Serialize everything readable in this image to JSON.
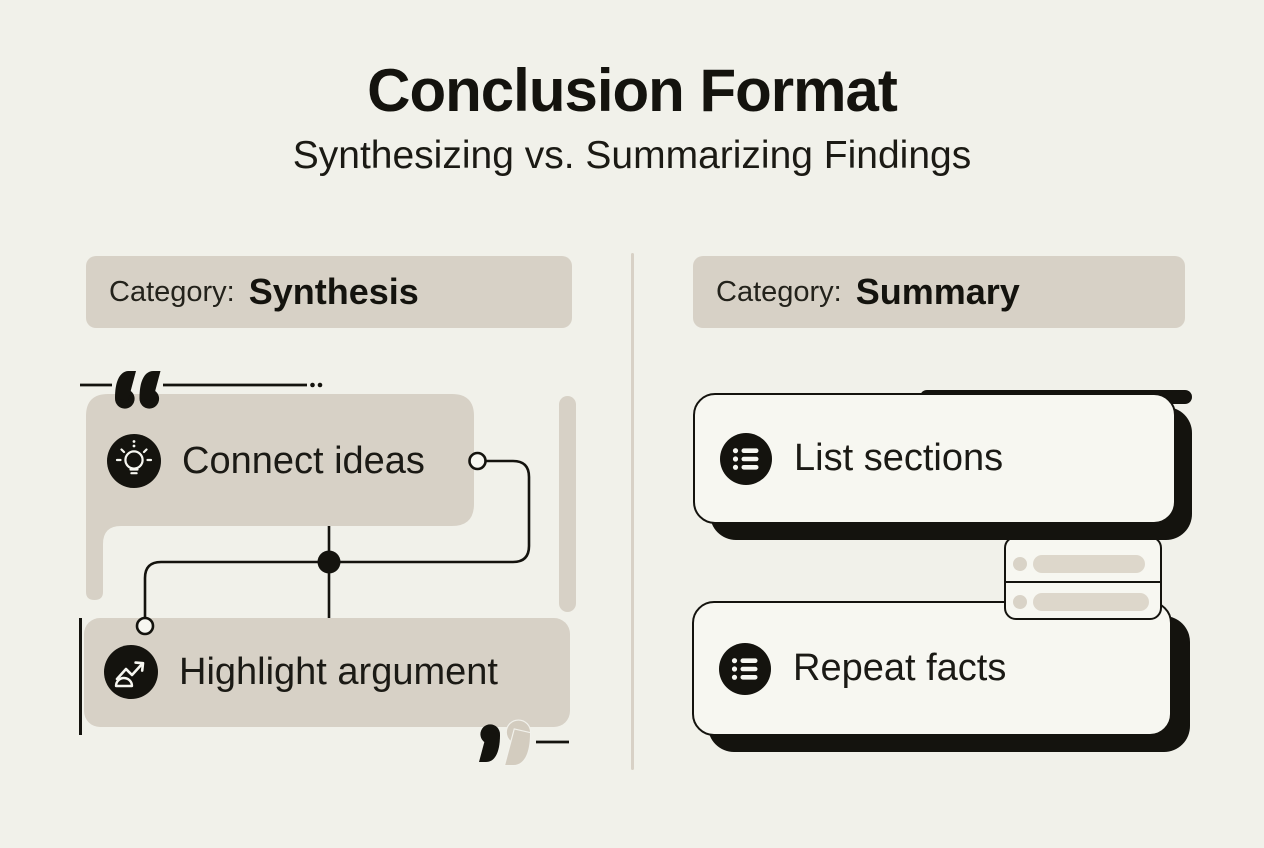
{
  "header": {
    "title": "Conclusion Format",
    "subtitle": "Synthesizing vs. Summarizing Findings"
  },
  "left_column": {
    "category_label": "Category:",
    "category_value": "Synthesis",
    "items": [
      {
        "icon": "lightbulb-icon",
        "label": "Connect ideas"
      },
      {
        "icon": "trend-up-icon",
        "label": "Highlight argument"
      }
    ],
    "decorative_icons": [
      "open-quote-icon",
      "close-quote-icon",
      "connector-node",
      "connector-line"
    ]
  },
  "right_column": {
    "category_label": "Category:",
    "category_value": "Summary",
    "items": [
      {
        "icon": "bulleted-list-icon",
        "label": "List sections"
      },
      {
        "icon": "bulleted-list-icon",
        "label": "Repeat facts"
      }
    ],
    "decorative_icons": [
      "list-rows-panel"
    ]
  },
  "colors": {
    "background": "#f1f1ea",
    "card": "#f7f7f1",
    "beige": "#d7d1c6",
    "ink": "#14130e"
  }
}
